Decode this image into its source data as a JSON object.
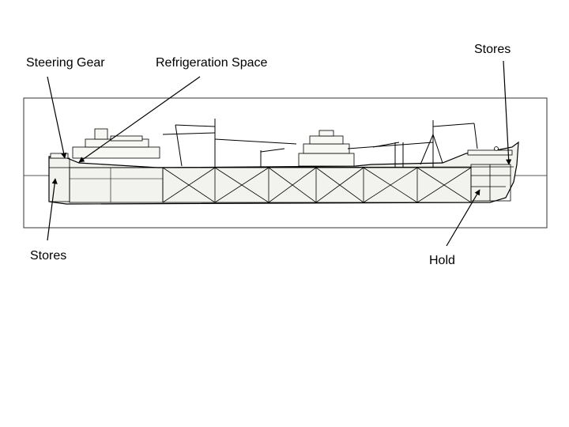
{
  "labels": {
    "steering_gear": "Steering Gear",
    "refrigeration_space": "Refrigeration Space",
    "stores_top": "Stores",
    "stores_bottom": "Stores",
    "hold": "Hold"
  },
  "colors": {
    "line": "#000000",
    "hull_fill": "#f2f2ee",
    "panel_border": "#333333"
  }
}
